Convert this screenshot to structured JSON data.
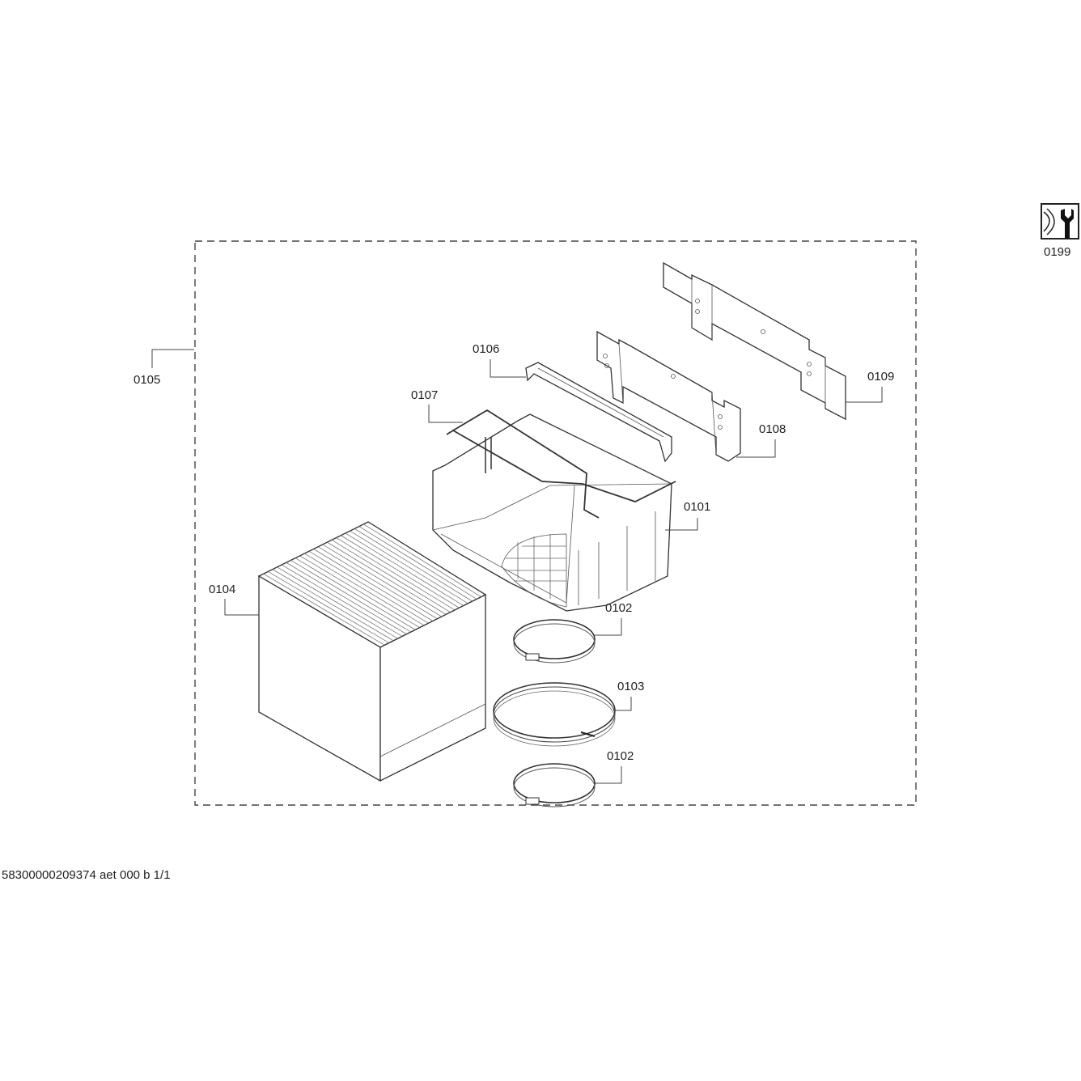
{
  "diagram": {
    "labels": {
      "p0101": "0101",
      "p0102a": "0102",
      "p0102b": "0102",
      "p0103": "0103",
      "p0104": "0104",
      "p0105": "0105",
      "p0106": "0106",
      "p0107": "0107",
      "p0108": "0108",
      "p0109": "0109",
      "p0199": "0199"
    },
    "footer": "58300000209374 aet 000 b 1/1"
  }
}
